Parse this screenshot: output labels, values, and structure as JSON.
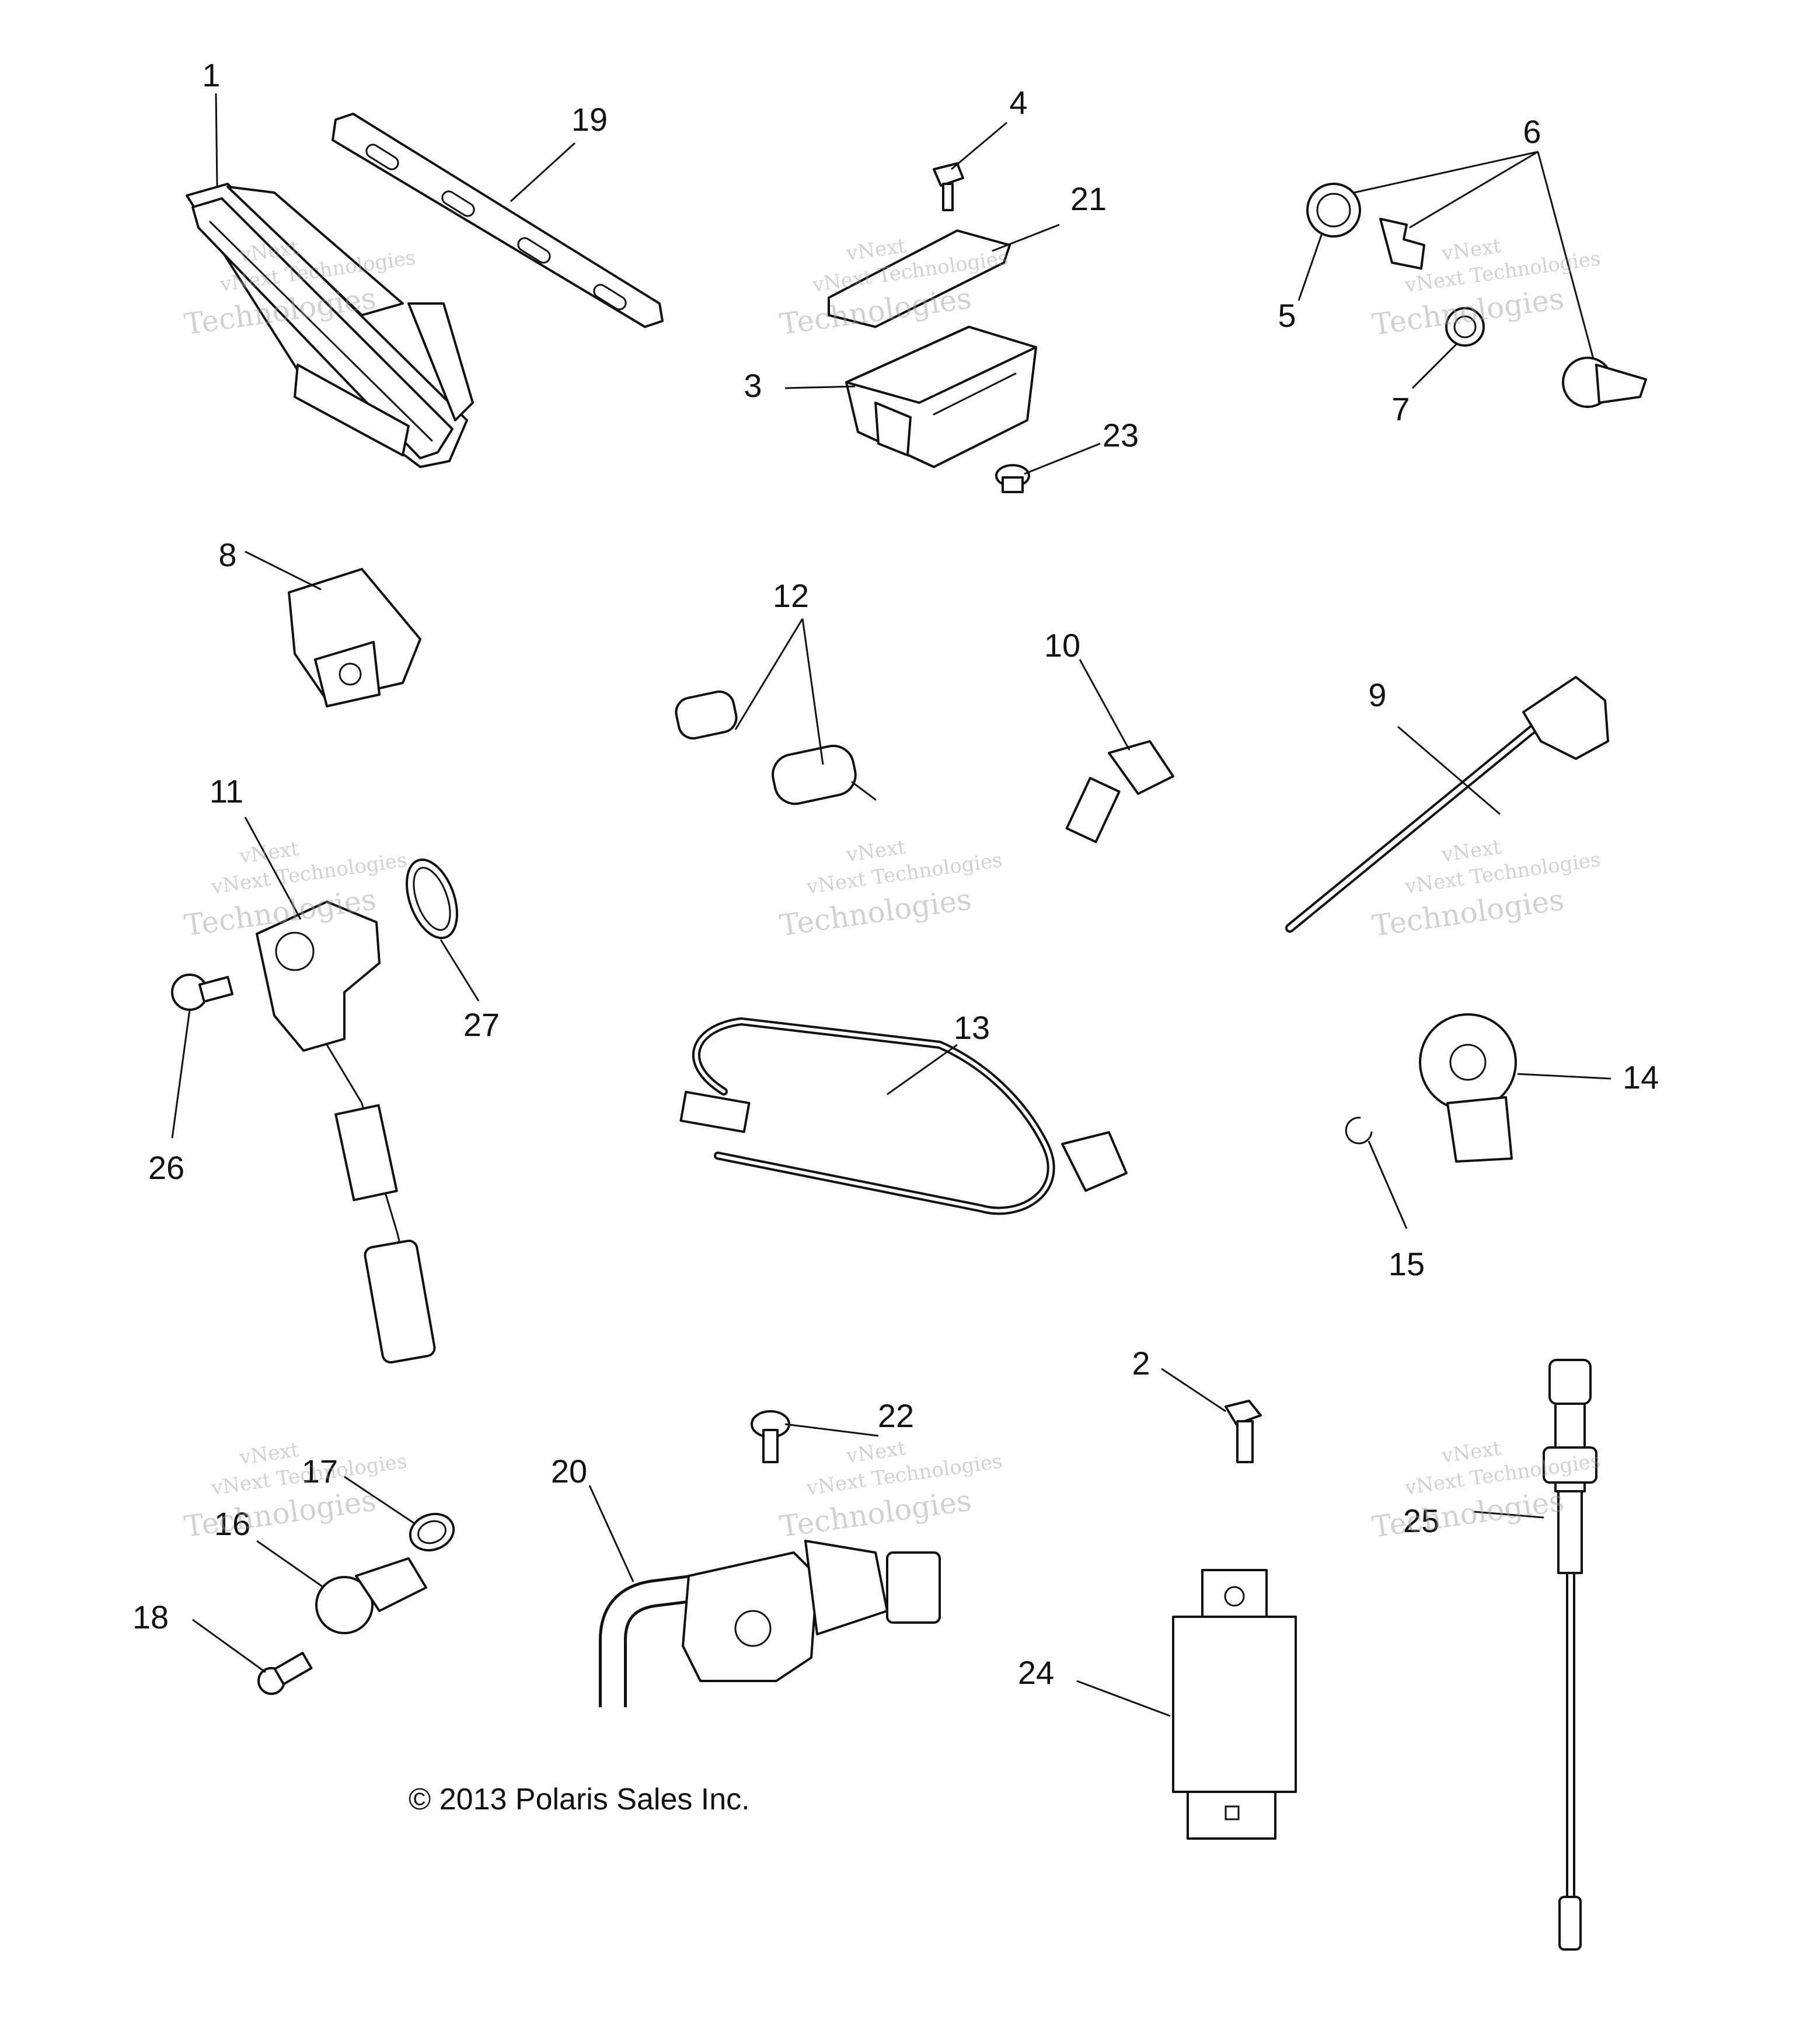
{
  "diagram": {
    "type": "exploded parts diagram",
    "callouts": [
      "1",
      "2",
      "3",
      "4",
      "5",
      "6",
      "7",
      "8",
      "9",
      "10",
      "11",
      "12",
      "13",
      "14",
      "15",
      "16",
      "17",
      "18",
      "19",
      "20",
      "21",
      "22",
      "23",
      "24",
      "25",
      "26",
      "27"
    ],
    "watermark": {
      "line1": "vNext Technologies",
      "line2": "Technologies",
      "line3": "vNext"
    },
    "copyright": "© 2013 Polaris Sales Inc."
  }
}
